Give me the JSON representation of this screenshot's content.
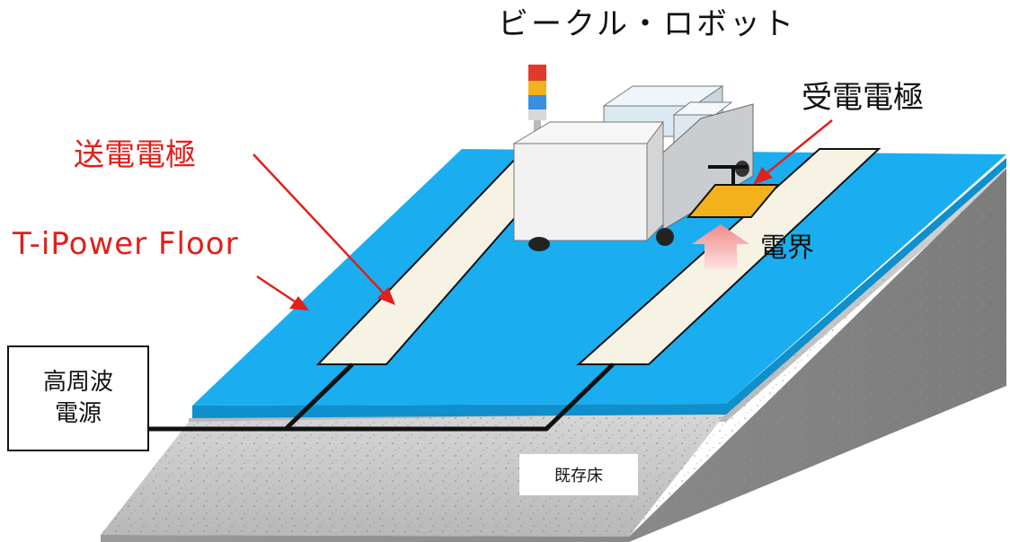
{
  "labels": {
    "vehicle_robot": "ビークル・ロボット",
    "transmitting_electrode": "送電電極",
    "floor_name": "T-iPower Floor",
    "receiving_electrode": "受電電極",
    "electric_field": "電界",
    "power_source": "高周波\n電源",
    "existing_floor": "既存床"
  },
  "colors": {
    "floor_blue": "#1aaef0",
    "electrode_strip": "#f6f2e4",
    "receiver_pad": "#f3b21c",
    "concrete": "#bdbdbd",
    "annotation_red": "#e0201b",
    "field_arrow": "#f29a9a"
  }
}
